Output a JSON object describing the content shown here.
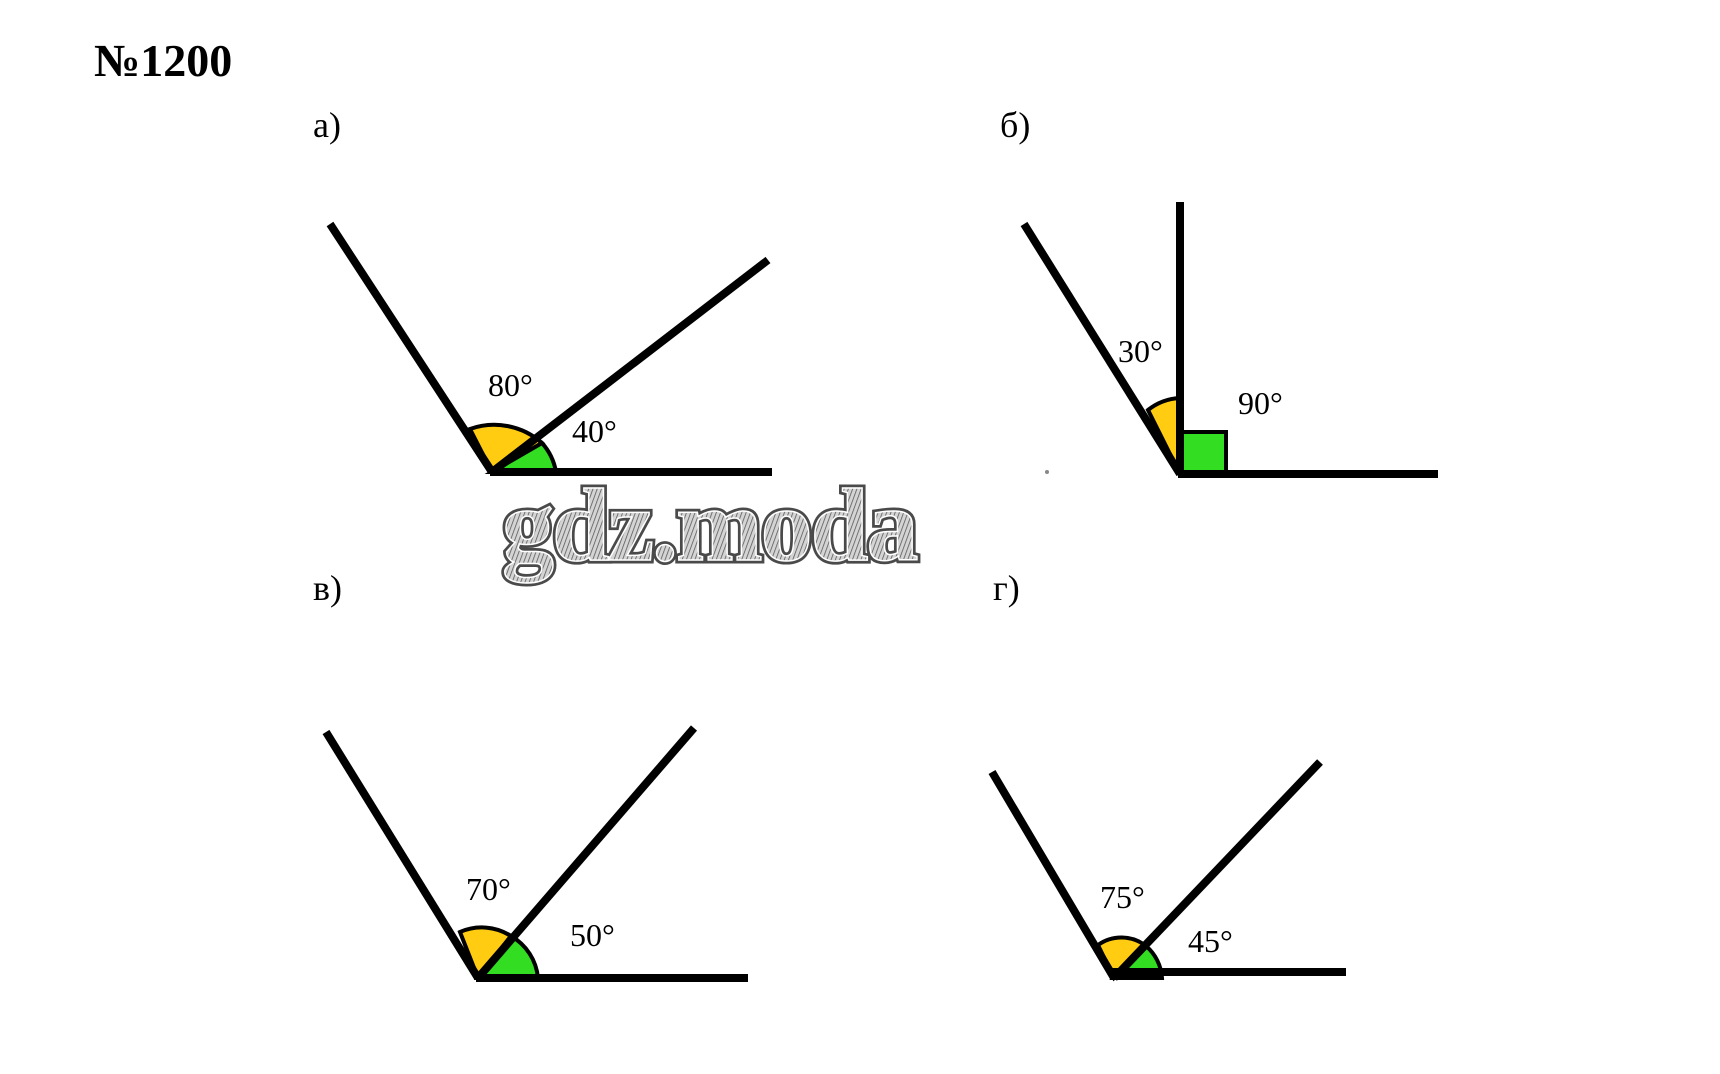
{
  "title": "№1200",
  "watermark": "gdz.moda",
  "colors": {
    "line": "#000000",
    "left_sector": "#ffcc11",
    "right_sector": "#33dd22",
    "watermark": "#9a9a9a"
  },
  "figures": [
    {
      "label": "а)",
      "left_angle": "80°",
      "right_angle": "40°"
    },
    {
      "label": "б)",
      "left_angle": "30°",
      "right_angle": "90°"
    },
    {
      "label": "в)",
      "left_angle": "70°",
      "right_angle": "50°"
    },
    {
      "label": "г)",
      "left_angle": "75°",
      "right_angle": "45°"
    }
  ]
}
